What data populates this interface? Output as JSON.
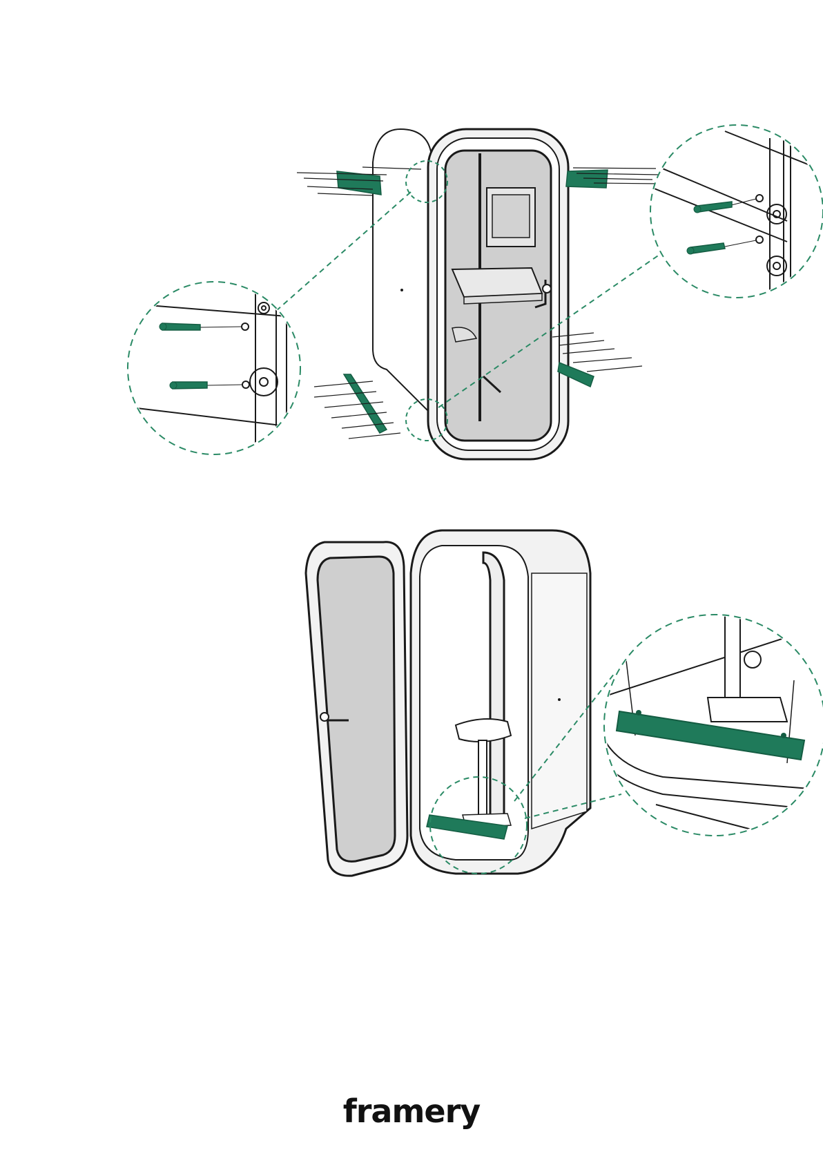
{
  "brand": {
    "logo_text": "framery"
  },
  "colors": {
    "accent_green": "#1f7a5a",
    "accent_green_dark": "#145c42",
    "dashed_callout": "#2a8a65",
    "line": "#1a1a1a",
    "panel_fill": "#f2f2f2",
    "glass_fill": "#cfcfcf"
  },
  "figures": [
    {
      "id": "step-top",
      "icons": [
        "booth-closed-icon",
        "support-bracket-icon",
        "screw-icon",
        "zoom-callout-icon"
      ]
    },
    {
      "id": "step-bottom",
      "icons": [
        "booth-open-icon",
        "floor-plank-icon",
        "screw-icon",
        "zoom-callout-icon"
      ]
    }
  ]
}
